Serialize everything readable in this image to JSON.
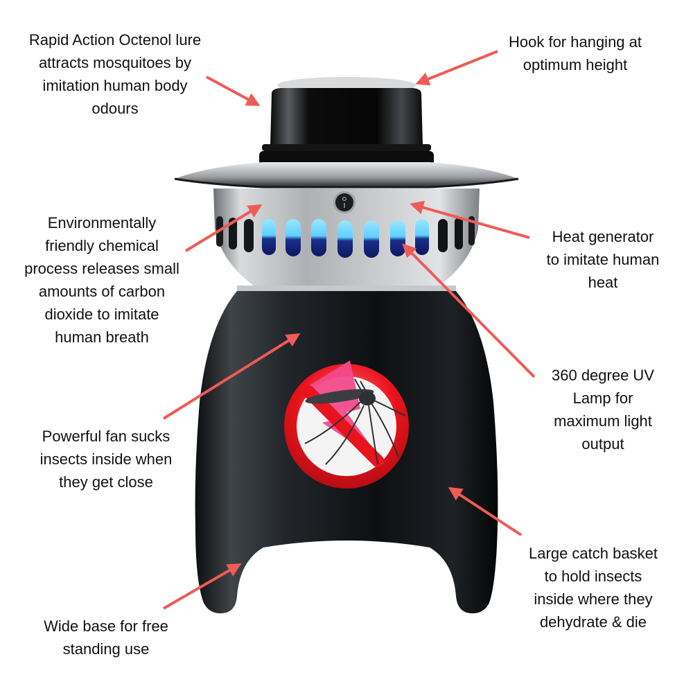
{
  "product": {
    "name": "Mosquito trap",
    "accent_arrow_color": "#ef5b57",
    "body_color": "#1b1d20",
    "metal_color": "#b9bcc0",
    "uv_color": "#6fd3ff",
    "badge_ring_color": "#e8131c",
    "badge_bolt_color": "#f24a8a",
    "switch_symbols": [
      "O",
      "I"
    ]
  },
  "callouts": [
    {
      "id": "octenol-lure",
      "lines": [
        "Rapid Action Octenol lure",
        "attracts mosquitoes by",
        "imitation human body",
        "odours"
      ]
    },
    {
      "id": "hook",
      "lines": [
        "Hook for hanging at",
        "optimum height"
      ]
    },
    {
      "id": "chemical-process",
      "lines": [
        "Environmentally",
        "friendly chemical",
        "process releases small",
        "amounts of carbon",
        "dioxide to imitate",
        "human breath"
      ]
    },
    {
      "id": "heat-generator",
      "lines": [
        "Heat generator",
        "to imitate human",
        "heat"
      ]
    },
    {
      "id": "uv-lamp",
      "lines": [
        "360 degree UV",
        "Lamp for",
        "maximum light",
        "output"
      ]
    },
    {
      "id": "fan",
      "lines": [
        "Powerful fan sucks",
        "insects inside when",
        "they get close"
      ]
    },
    {
      "id": "catch-basket",
      "lines": [
        "Large catch basket",
        "to hold insects",
        "inside where they",
        "dehydrate & die"
      ]
    },
    {
      "id": "wide-base",
      "lines": [
        "Wide base for free",
        "standing use"
      ]
    }
  ]
}
